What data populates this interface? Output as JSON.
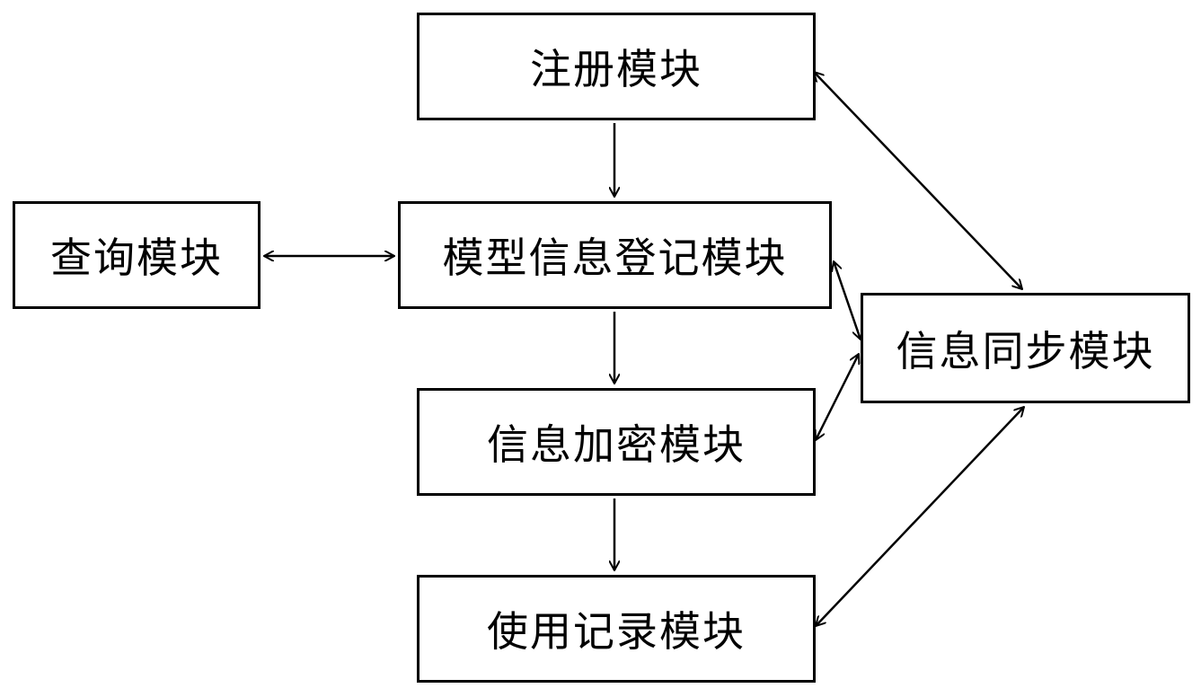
{
  "diagram": {
    "nodes": {
      "register": "注册模块",
      "query": "查询模块",
      "model_registration": "模型信息登记模块",
      "info_sync": "信息同步模块",
      "info_encryption": "信息加密模块",
      "usage_record": "使用记录模块"
    },
    "edges": [
      {
        "from": "register",
        "to": "model_registration",
        "direction": "forward"
      },
      {
        "from": "query",
        "to": "model_registration",
        "direction": "both"
      },
      {
        "from": "model_registration",
        "to": "info_encryption",
        "direction": "forward"
      },
      {
        "from": "info_encryption",
        "to": "usage_record",
        "direction": "forward"
      },
      {
        "from": "register",
        "to": "info_sync",
        "direction": "both"
      },
      {
        "from": "model_registration",
        "to": "info_sync",
        "direction": "both"
      },
      {
        "from": "info_encryption",
        "to": "info_sync",
        "direction": "both"
      },
      {
        "from": "usage_record",
        "to": "info_sync",
        "direction": "both"
      }
    ],
    "colors": {
      "stroke": "#000000",
      "background": "#ffffff"
    }
  }
}
